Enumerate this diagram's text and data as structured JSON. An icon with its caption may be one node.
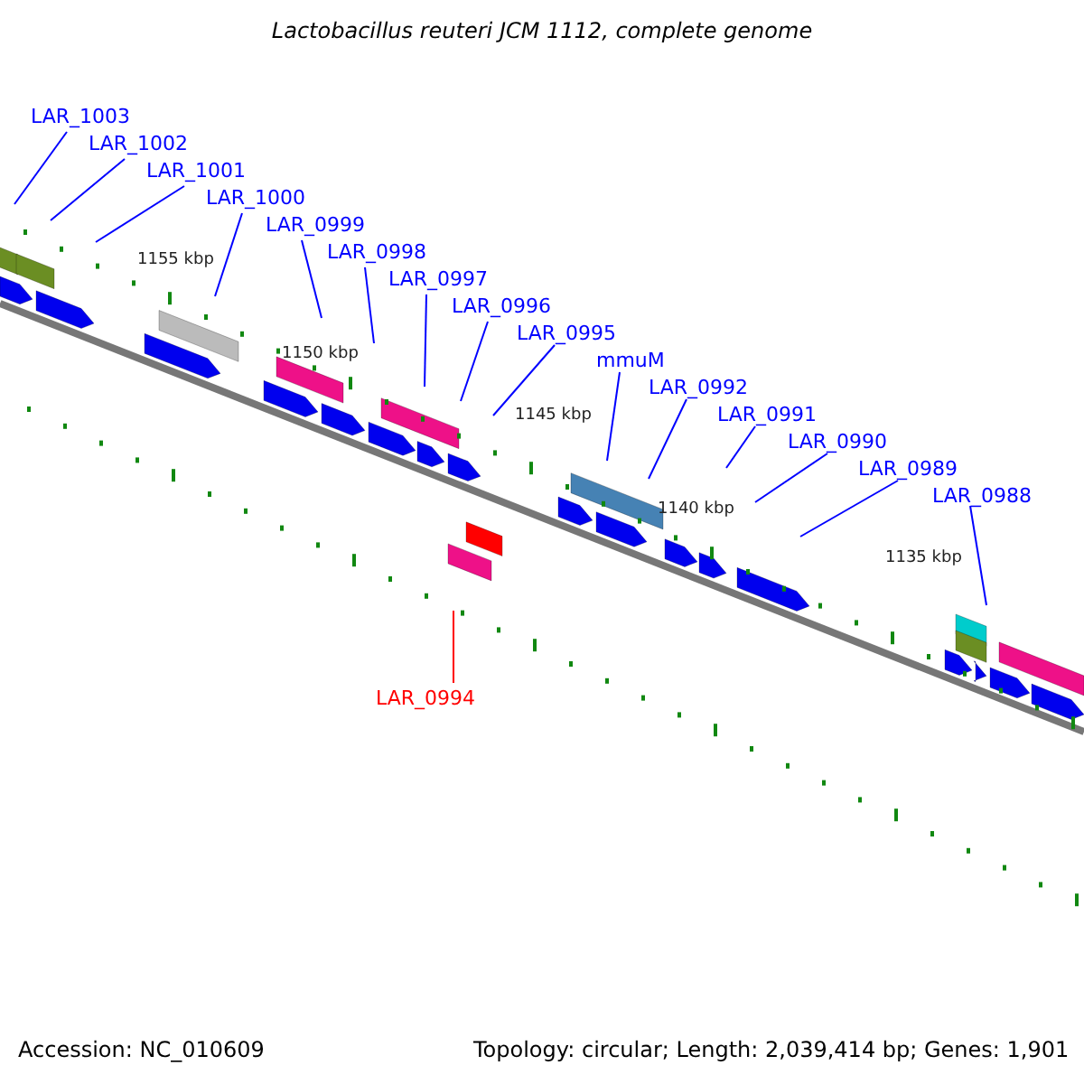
{
  "diagram": {
    "title": "Lactobacillus reuteri JCM 1112, complete genome",
    "nodes": [
      {
        "text": [
          "LAR_1003"
        ]
      },
      {
        "text": [
          "LAR_1002"
        ]
      },
      {
        "text": [
          "LAR_1001"
        ]
      },
      {
        "text": [
          "LAR_1000"
        ]
      },
      {
        "text": [
          "LAR_0999"
        ]
      },
      {
        "text": [
          "LAR_0998"
        ]
      },
      {
        "text": [
          "LAR_0997"
        ]
      },
      {
        "text": [
          "LAR_0996"
        ]
      },
      {
        "text": [
          "LAR_0995"
        ]
      },
      {
        "text": [
          "mmuM"
        ]
      },
      {
        "text": [
          "LAR_0992"
        ]
      },
      {
        "text": [
          "LAR_0991"
        ]
      },
      {
        "text": [
          "LAR_0990"
        ]
      },
      {
        "text": [
          "LAR_0989"
        ]
      },
      {
        "text": [
          "LAR_0988"
        ]
      },
      {
        "text": [
          "LAR_0994"
        ]
      }
    ],
    "edges": [
      {
        "from": 0,
        "to": null,
        "arrow": "none"
      },
      {
        "from": 1,
        "to": null,
        "arrow": "none"
      },
      {
        "from": 2,
        "to": null,
        "arrow": "none"
      },
      {
        "from": 3,
        "to": null,
        "arrow": "none"
      },
      {
        "from": 4,
        "to": null,
        "arrow": "none"
      },
      {
        "from": 5,
        "to": null,
        "arrow": "none"
      },
      {
        "from": 6,
        "to": null,
        "arrow": "none"
      },
      {
        "from": 7,
        "to": null,
        "arrow": "none"
      },
      {
        "from": 8,
        "to": null,
        "arrow": "none"
      },
      {
        "from": 9,
        "to": null,
        "arrow": "none"
      },
      {
        "from": 10,
        "to": null,
        "arrow": "none"
      },
      {
        "from": 11,
        "to": null,
        "arrow": "none"
      },
      {
        "from": 12,
        "to": null,
        "arrow": "none"
      },
      {
        "from": 13,
        "to": null,
        "arrow": "none"
      },
      {
        "from": 14,
        "to": null,
        "arrow": "none"
      },
      {
        "from": 15,
        "to": null,
        "arrow": "none",
        "color": "#ff0000"
      }
    ],
    "labels": [
      "1155 kbp",
      "1150 kbp",
      "1145 kbp",
      "1140 kbp",
      "1135 kbp",
      "Accession: NC_010609",
      "Topology: circular; Length: 2,039,414 bp; Genes: 1,901"
    ]
  }
}
